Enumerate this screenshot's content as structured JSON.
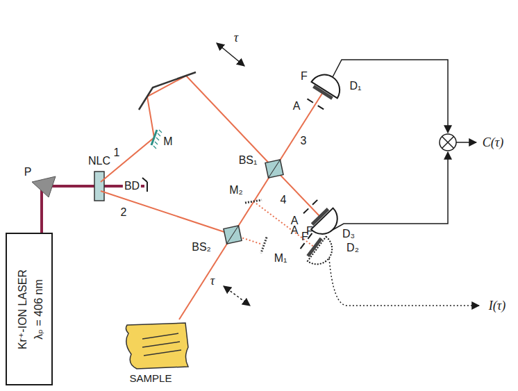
{
  "diagram": {
    "nodes": [
      {
        "text": [
          "Kr⁺-ION LASER",
          "λₚ = 406 nm"
        ]
      },
      {
        "text": [
          "SAMPLE"
        ]
      }
    ],
    "labels": [
      "τ",
      "F",
      "D₁",
      "A",
      "3",
      "4",
      "A",
      "F",
      "D₂",
      "C(τ)",
      "P",
      "NLC",
      "BD",
      "1",
      "M",
      "2",
      "BS₁",
      "M₂",
      "BS₂",
      "M₁",
      "A",
      "F",
      "D₃",
      "I(τ)",
      "τ"
    ]
  }
}
